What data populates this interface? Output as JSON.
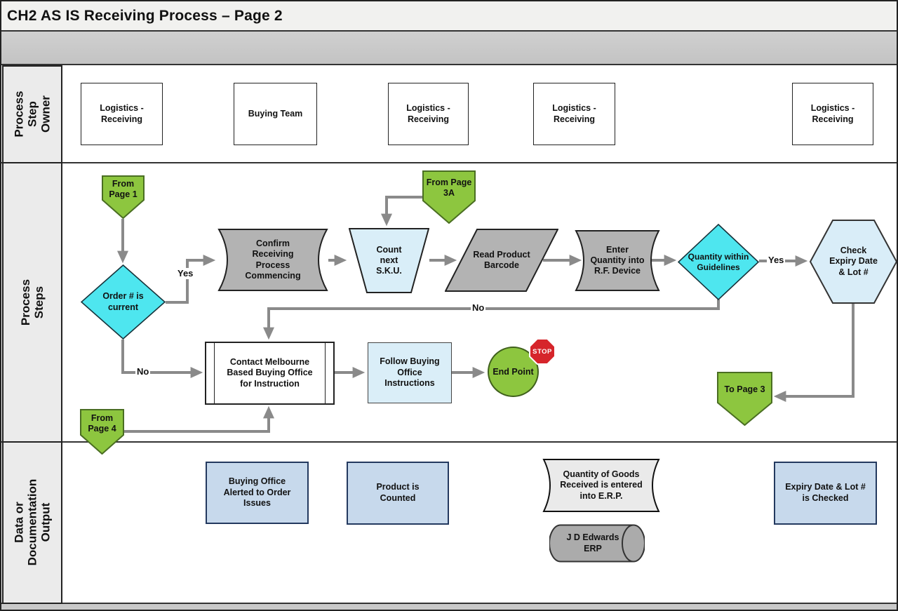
{
  "title": "CH2 AS IS Receiving Process – Page 2",
  "lanes": {
    "owner": "Process Step Owner",
    "steps": "Process Steps",
    "output": "Data or Documentation Output"
  },
  "owners": {
    "o1": "Logistics - Receiving",
    "o2": "Buying Team",
    "o3": "Logistics - Receiving",
    "o4": "Logistics - Receiving",
    "o5": "Logistics - Receiving"
  },
  "steps": {
    "from_page_1": "From Page 1",
    "order_current": "Order # is current",
    "confirm": "Confirm Receiving Process Commencing",
    "from_page_3a": "From Page 3A",
    "count_sku": "Count next S.K.U.",
    "read_barcode": "Read Product Barcode",
    "enter_qty": "Enter Quantity into R.F. Device",
    "qty_guidelines": "Quantity within Guidelines",
    "check_expiry": "Check Expiry Date & Lot #",
    "contact": "Contact Melbourne Based Buying Office for Instruction",
    "follow": "Follow Buying Office Instructions",
    "end_point": "End Point",
    "stop": "STOP",
    "from_page_4": "From Page 4",
    "to_page_3": "To Page 3",
    "label_yes": "Yes",
    "label_no": "No"
  },
  "outputs": {
    "buying_office": "Buying Office Alerted to Order Issues",
    "product_counted": "Product is Counted",
    "qty_erp": "Quantity of Goods Received is entered into E.R.P.",
    "jde": "J D Edwards ERP",
    "expiry_checked": "Expiry Date & Lot # is Checked"
  },
  "colors": {
    "connector_green": "#8dc63f",
    "decision_cyan": "#4ee6ef",
    "light_blue": "#d9eef8",
    "process_gray": "#b3b3b3",
    "output_box_blue": "#c7d9ec",
    "stop_red": "#d6252b",
    "arrow_gray": "#8a8a8a"
  }
}
